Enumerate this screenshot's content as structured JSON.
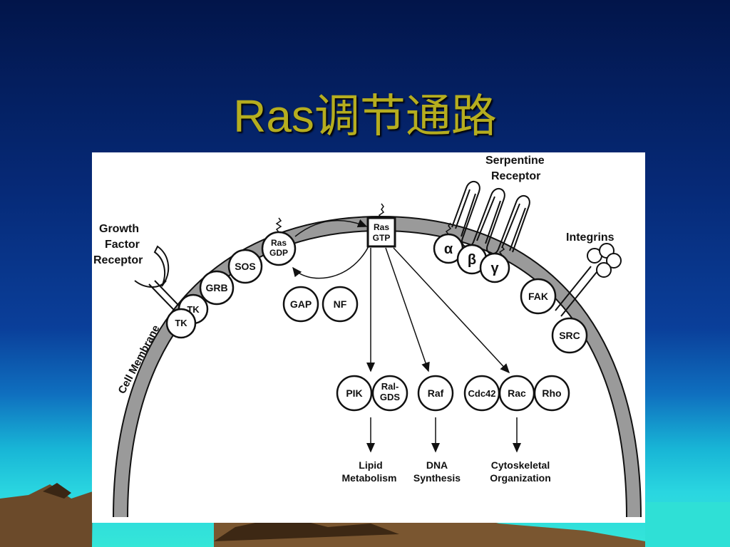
{
  "slide": {
    "title": "Ras调节通路"
  },
  "diagram": {
    "labels": {
      "growth_factor_receptor_1": "Growth",
      "growth_factor_receptor_2": "Factor",
      "growth_factor_receptor_3": "Receptor",
      "serpentine_1": "Serpentine",
      "serpentine_2": "Receptor",
      "integrins": "Integrins",
      "cell_membrane": "Cell Membrane",
      "lipid_1": "Lipid",
      "lipid_2": "Metabolism",
      "dna_1": "DNA",
      "dna_2": "Synthesis",
      "cyto_1": "Cytoskeletal",
      "cyto_2": "Organization"
    },
    "nodes": {
      "tk1": "TK",
      "tk2": "TK",
      "grb": "GRB",
      "sos": "SOS",
      "ras_gdp_1": "Ras",
      "ras_gdp_2": "GDP",
      "ras_gtp_1": "Ras",
      "ras_gtp_2": "GTP",
      "gap": "GAP",
      "nf": "NF",
      "alpha": "α",
      "beta": "β",
      "gamma": "γ",
      "fak": "FAK",
      "src": "SRC",
      "pik": "PIK",
      "ralgds_1": "Ral-",
      "ralgds_2": "GDS",
      "raf": "Raf",
      "cdc42": "Cdc42",
      "rac": "Rac",
      "rho": "Rho"
    }
  }
}
